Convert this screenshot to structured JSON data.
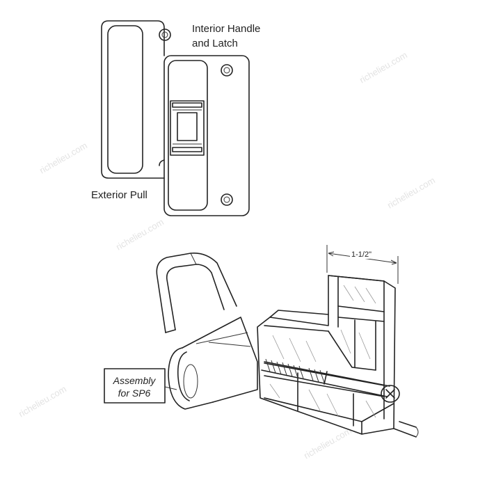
{
  "labels": {
    "interior_handle_line1": "Interior Handle",
    "interior_handle_line2": "and Latch",
    "exterior_pull": "Exterior Pull",
    "dimension": "1-1/2\"",
    "assembly_line1": "Assembly",
    "assembly_line2": "for SP6"
  },
  "watermark": "richelieu.com",
  "colors": {
    "line": "#222222",
    "watermark": "#e3e3e3",
    "background": "#ffffff"
  }
}
